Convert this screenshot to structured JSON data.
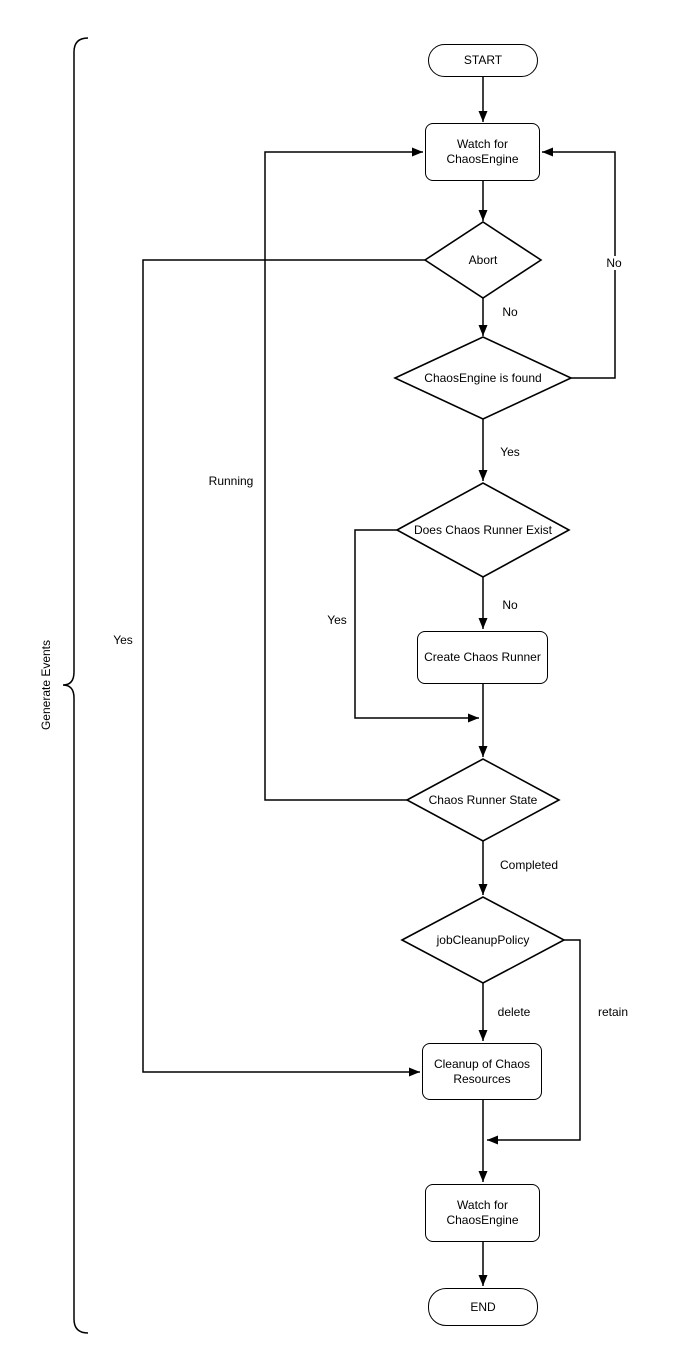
{
  "diagram": {
    "bracket_label": "Generate Events",
    "nodes": {
      "start": {
        "label": "START"
      },
      "watch_for_chaosengine_top": {
        "label": "Watch for ChaosEngine"
      },
      "abort": {
        "label": "Abort"
      },
      "chaosengine_is_found": {
        "label": "ChaosEngine is found"
      },
      "does_chaos_runner_exist": {
        "label": "Does Chaos Runner Exist"
      },
      "create_chaos_runner": {
        "label": "Create Chaos Runner"
      },
      "chaos_runner_state": {
        "label": "Chaos Runner State"
      },
      "job_cleanup_policy": {
        "label": "jobCleanupPolicy"
      },
      "cleanup_of_chaos_resources": {
        "label": "Cleanup of Chaos Resources"
      },
      "watch_for_chaosengine_bottom": {
        "label": "Watch for ChaosEngine"
      },
      "end": {
        "label": "END"
      }
    },
    "edge_labels": {
      "abort_no": "No",
      "abort_yes": "Yes",
      "found_no": "No",
      "found_yes": "Yes",
      "runner_exist_no": "No",
      "runner_exist_yes": "Yes",
      "runner_state_running": "Running",
      "runner_state_completed": "Completed",
      "policy_delete": "delete",
      "policy_retain": "retain"
    },
    "colors": {
      "stroke": "#000000",
      "fill": "#ffffff"
    }
  }
}
